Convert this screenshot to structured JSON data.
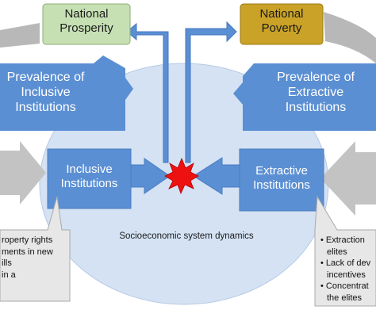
{
  "diagram": {
    "top_left_box": {
      "line1": "National",
      "line2": "Prosperity"
    },
    "top_right_box": {
      "line1": "National",
      "line2": "Poverty"
    },
    "left_banner": {
      "line1": "Prevalence of",
      "line2": "Inclusive",
      "line3": "Institutions"
    },
    "right_banner": {
      "line1": "Prevalence of",
      "line2": "Extractive",
      "line3": "Institutions"
    },
    "inclusive_box": {
      "line1": "Inclusive",
      "line2": "Institutions"
    },
    "extractive_box": {
      "line1": "Extractive",
      "line2": "Institutions"
    },
    "center_label": "Socioeconomic system dynamics",
    "left_note": [
      "roperty rights",
      "ments in new",
      "ills",
      " in a"
    ],
    "right_note": [
      "• Extraction",
      "elites",
      "• Lack of dev",
      "incentives",
      "• Concentrat",
      "the elites"
    ]
  },
  "colors": {
    "blue": "#5b8fd3",
    "ellipse": "#d4e2f4",
    "green": "#c6e0b4",
    "gold": "#c9a227",
    "gray_arrow": "#b8b8b8",
    "note_bg": "#e7e7e7",
    "burst": "#ee1111"
  }
}
